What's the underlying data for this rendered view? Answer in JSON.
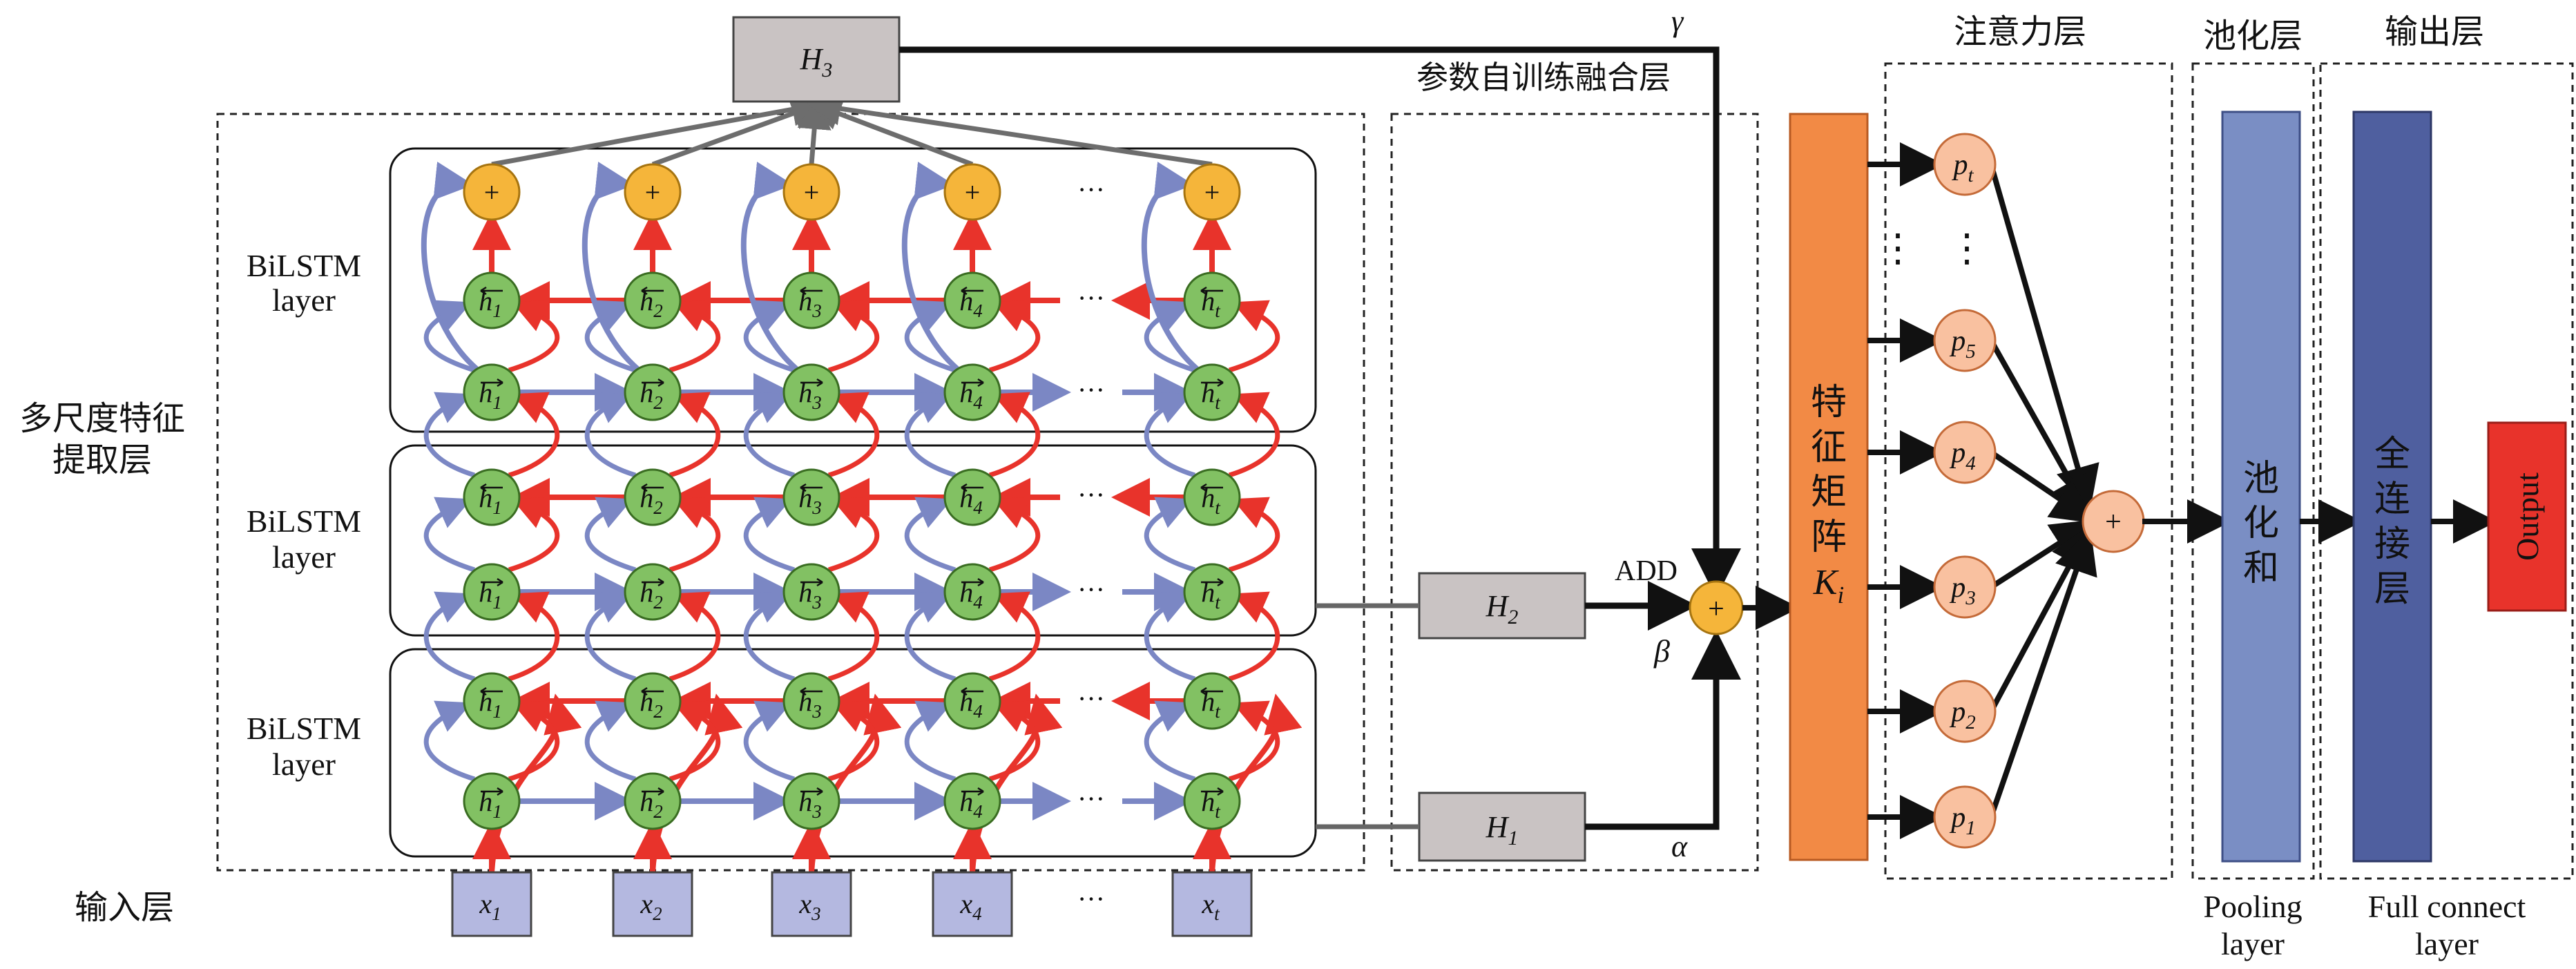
{
  "titles": {
    "attention": "注意力层",
    "pooling": "池化层",
    "output": "输出层",
    "fusion": "参数自训练融合层",
    "multiscale_line1": "多尺度特征",
    "multiscale_line2": "提取层",
    "input": "输入层"
  },
  "bilstm_label": {
    "line1": "BiLSTM",
    "line2": "layer"
  },
  "inputs": [
    "x1",
    "x2",
    "x3",
    "x4",
    "xt"
  ],
  "hidden_back": [
    "h1",
    "h2",
    "h3",
    "h4",
    "ht"
  ],
  "hidden_fwd": [
    "h1",
    "h2",
    "h3",
    "h4",
    "ht"
  ],
  "plus": "+",
  "ellipsis": "···",
  "vdots": "⋮",
  "fusion": {
    "h3": "H3",
    "h2": "H2",
    "h1": "H1",
    "gamma": "γ",
    "beta": "β",
    "alpha": "α",
    "add": "ADD"
  },
  "feature_matrix": {
    "chars": [
      "特",
      "征",
      "矩",
      "阵"
    ],
    "sym": "Ki"
  },
  "attention_nodes": [
    "pt",
    "p5",
    "p4",
    "p3",
    "p2",
    "p1"
  ],
  "pooling_bar": [
    "池",
    "化",
    "和"
  ],
  "fc_bar": [
    "全",
    "连",
    "接",
    "层"
  ],
  "output_box": "Output",
  "pooling_caption": {
    "line1": "Pooling",
    "line2": "layer"
  },
  "fc_caption": {
    "line1": "Full connect",
    "line2": "layer"
  },
  "colors": {
    "green": "#82c163",
    "orange_node": "#f5b53a",
    "red_arrow": "#e8332b",
    "blue_arrow": "#7b87c4",
    "input_box": "#b4b8e0",
    "gray_box": "#c9c3c3",
    "feature": "#f28a45",
    "attention": "#f9c1a0",
    "pool": "#7a8ec4",
    "fc": "#4f5f9f",
    "output": "#e8332b"
  }
}
